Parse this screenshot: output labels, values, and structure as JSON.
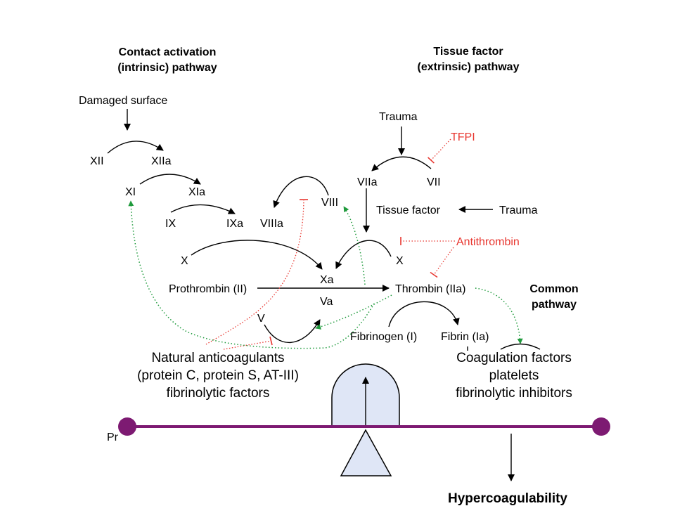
{
  "headers": {
    "intrinsic_line1": "Contact activation",
    "intrinsic_line2": "(intrinsic) pathway",
    "extrinsic_line1": "Tissue factor",
    "extrinsic_line2": "(extrinsic) pathway",
    "common_line1": "Common",
    "common_line2": "pathway"
  },
  "intrinsic": {
    "damaged_surface": "Damaged surface",
    "xii": "XII",
    "xiia": "XIIa",
    "xi": "XI",
    "xia": "XIa",
    "ix": "IX",
    "ixa": "IXa",
    "viiia": "VIIIa",
    "viii": "VIII",
    "x": "X"
  },
  "extrinsic": {
    "trauma": "Trauma",
    "tfpi": "TFPI",
    "viia": "VIIa",
    "vii": "VII",
    "tissue_factor": "Tissue factor",
    "trauma_tf": "Trauma",
    "antithrombin": "Antithrombin",
    "x": "X"
  },
  "common": {
    "xa": "Xa",
    "va": "Va",
    "v": "V",
    "prothrombin": "Prothrombin (II)",
    "thrombin": "Thrombin (IIa)",
    "fibrinogen": "Fibrinogen (I)",
    "fibrin": "Fibrin (Ia)"
  },
  "balance": {
    "anticoagulant_lines": [
      "Natural anticoagulants",
      "(protein C, protein S, AT-III)",
      "fibrinolytic factors"
    ],
    "procoagulant_lines": [
      "Coagulation factors",
      "platelets",
      "fibrinolytic inhibitors"
    ],
    "left_label_partial": "Pr",
    "outcome": "Hypercoagulability"
  },
  "colors": {
    "ink": "#000000",
    "inhibitor_red": "#e8362f",
    "activation_green": "#1f9a3c",
    "beam_purple": "#7d1a72",
    "balance_fill": "#dfe6f6"
  }
}
